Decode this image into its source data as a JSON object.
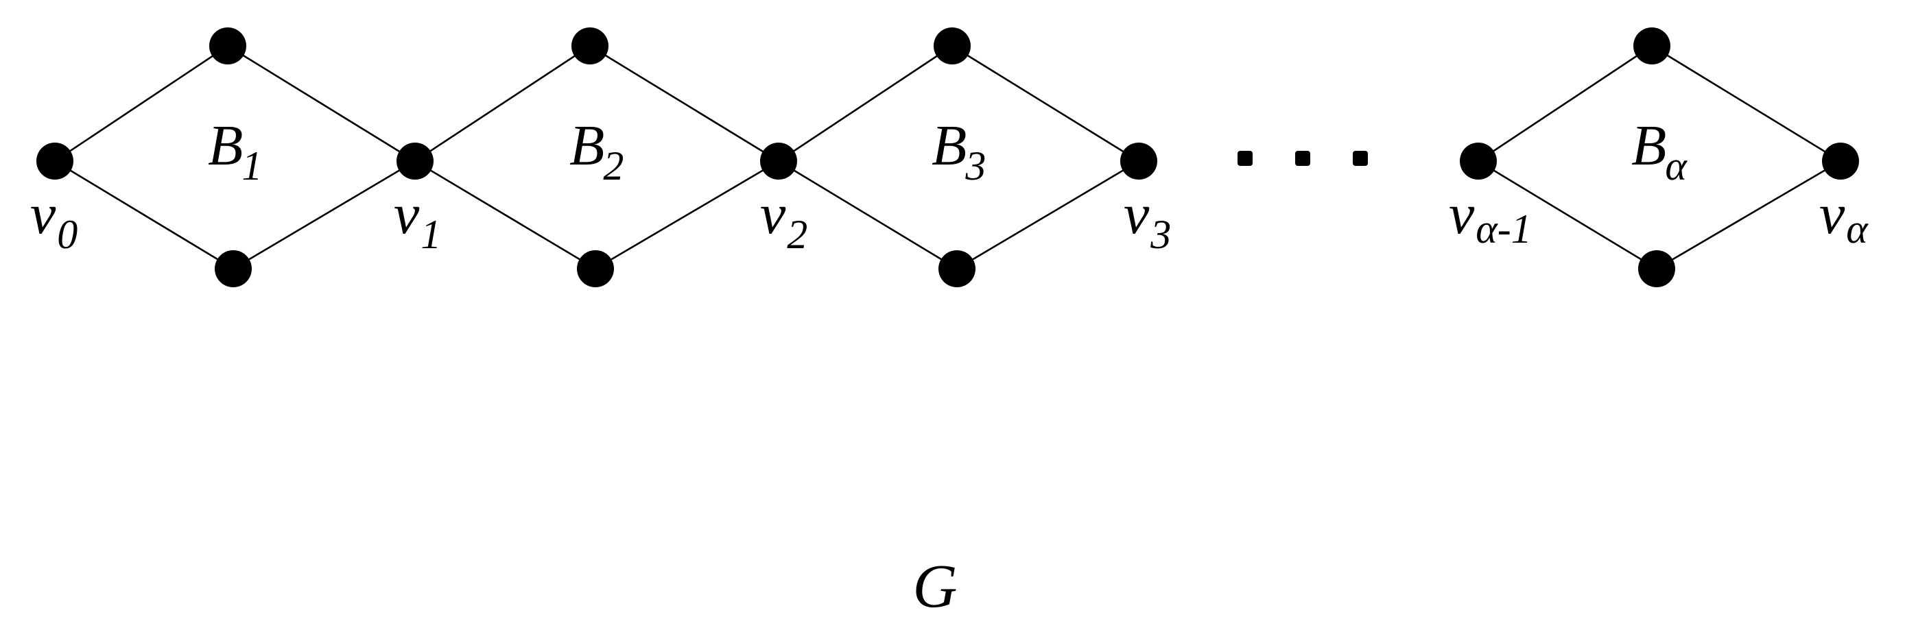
{
  "vertex_labels": [
    {
      "name": "v",
      "sub": "0"
    },
    {
      "name": "v",
      "sub": "1"
    },
    {
      "name": "v",
      "sub": "2"
    },
    {
      "name": "v",
      "sub": "3"
    },
    {
      "name": "v",
      "sub": "α-1"
    },
    {
      "name": "v",
      "sub": "α"
    }
  ],
  "block_labels": [
    {
      "name": "B",
      "sub": "1"
    },
    {
      "name": "B",
      "sub": "2"
    },
    {
      "name": "B",
      "sub": "3"
    },
    {
      "name": "B",
      "sub": "α"
    }
  ],
  "graph_label": "G",
  "colors": {
    "ink": "#000000",
    "background": "#ffffff"
  }
}
